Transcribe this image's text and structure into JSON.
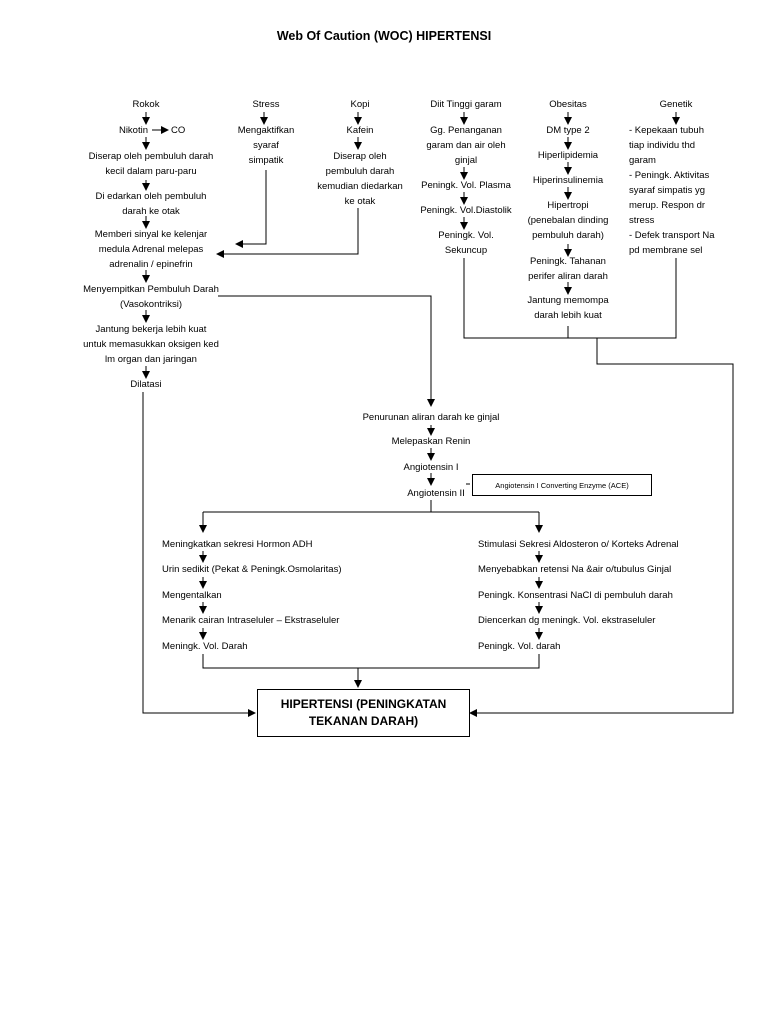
{
  "title": "Web Of Caution (WOC) HIPERTENSI",
  "col1": {
    "rokok": "Rokok",
    "nikotin": "Nikotin",
    "co": "CO",
    "diserap": "Diserap oleh pembuluh darah\nkecil dalam paru-paru",
    "diedarkan": "Di edarkan oleh pembuluh\ndarah ke otak",
    "memberi": "Memberi sinyal ke kelenjar\nmedula Adrenal melepas\nadrenalin / epinefrin",
    "menyempitkan": "Menyempitkan Pembuluh Darah\n(Vasokontriksi)",
    "jantung": "Jantung bekerja lebih kuat\nuntuk memasukkan oksigen ked\nlm organ dan jaringan",
    "dilatasi": "Dilatasi"
  },
  "col2": {
    "stress": "Stress",
    "mengaktifkan": "Mengaktifkan\nsyaraf\nsimpatik"
  },
  "col3": {
    "kopi": "Kopi",
    "kafein": "Kafein",
    "diserap": "Diserap oleh\npembuluh darah\nkemudian diedarkan\nke otak"
  },
  "col4": {
    "diit": "Diit Tinggi garam",
    "gg": "Gg. Penanganan\ngaram dan air oleh\nginjal",
    "plasma": "Peningk. Vol. Plasma",
    "diastolik": "Peningk. Vol.Diastolik",
    "sekuncup": "Peningk. Vol.\nSekuncup"
  },
  "col5": {
    "obesitas": "Obesitas",
    "dm": "DM type 2",
    "hiperlipidemia": "Hiperlipidemia",
    "hiperinsulinemia": "Hiperinsulinemia",
    "hipertropi": "Hipertropi\n(penebalan dinding\npembuluh darah)",
    "tahanan": "Peningk. Tahanan\nperifer aliran darah",
    "memompa": "Jantung memompa\ndarah lebih kuat"
  },
  "col6": {
    "genetik": "Genetik",
    "items": "-  Kepekaan tubuh\n   tiap individu thd\n   garam\n-  Peningk. Aktivitas\n   syaraf simpatis yg\n   merup. Respon dr\n   stress\n-  Defek transport Na\n   pd membrane sel"
  },
  "center": {
    "penurunan": "Penurunan aliran darah ke ginjal",
    "renin": "Melepaskan Renin",
    "angio1": "Angiotensin I",
    "angio2": "Angiotensin II",
    "ace": "Angiotensin I Converting Enzyme (ACE)"
  },
  "left_branch": [
    "Meningkatkan sekresi Hormon ADH",
    "Urin sedikit (Pekat & Peningk.Osmolaritas)",
    "Mengentalkan",
    "Menarik cairan Intraseluler – Ekstraseluler",
    "Meningk. Vol. Darah"
  ],
  "right_branch": [
    "Stimulasi Sekresi Aldosteron o/ Korteks Adrenal",
    "Menyebabkan retensi Na &air o/tubulus Ginjal",
    "Peningk. Konsentrasi NaCl di pembuluh darah",
    "Diencerkan dg meningk. Vol. ekstraseluler",
    "Peningk. Vol. darah"
  ],
  "result": "HIPERTENSI (PENINGKATAN\nTEKANAN DARAH)"
}
